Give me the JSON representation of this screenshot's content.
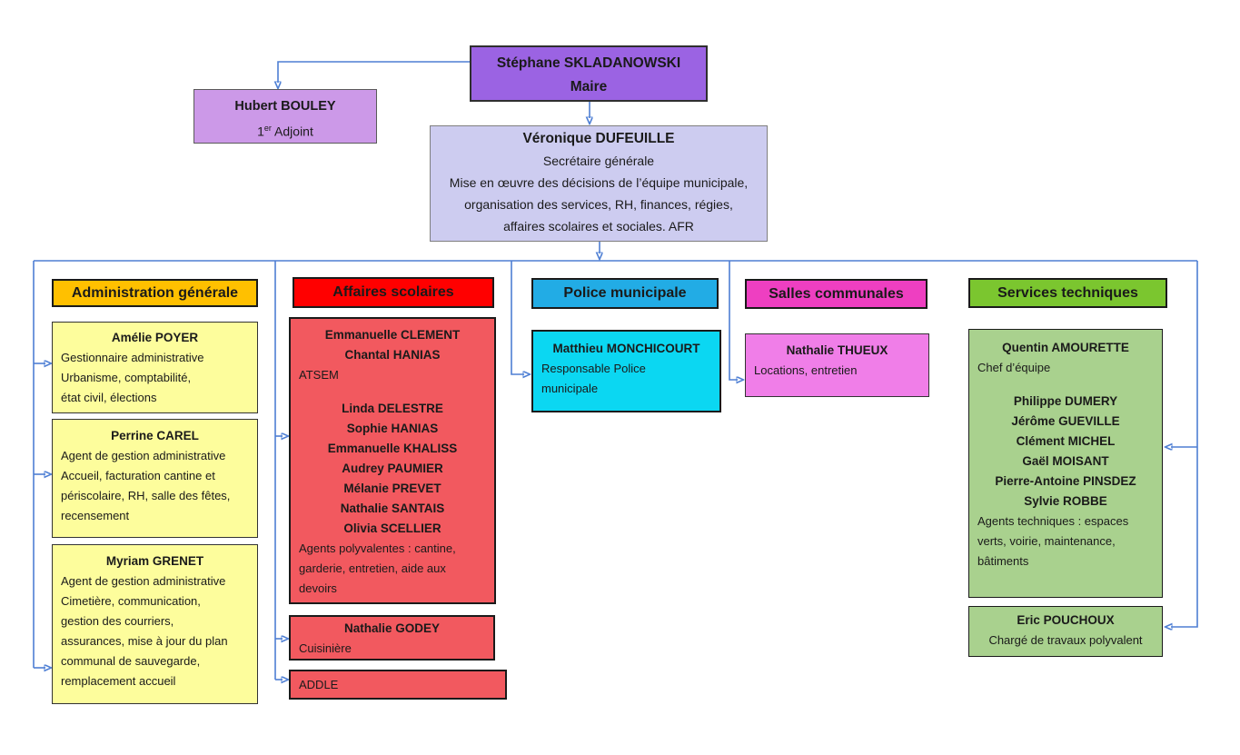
{
  "colors": {
    "maire_fill": "#9B63E3",
    "adjoint_fill": "#CC99E8",
    "secretaire_fill": "#CDCCF0",
    "admin_header": "#FFC000",
    "admin_fill": "#FDFD9C",
    "scolaire_header": "#FF0000",
    "scolaire_fill": "#F2595F",
    "police_header": "#22ACE5",
    "police_fill": "#0BD7F2",
    "salles_header": "#EE3FC1",
    "salles_fill": "#F07EE8",
    "technique_header": "#7BC62F",
    "technique_fill": "#A9D18E",
    "connector": "#4E7FD4"
  },
  "org": {
    "maire": {
      "lines": [
        {
          "t": "Stéphane SKLADANOWSKI",
          "b": true
        },
        {
          "t": "Maire",
          "b": true
        }
      ]
    },
    "adjoint": {
      "lines": [
        {
          "t": "Hubert BOULEY",
          "b": true
        },
        {
          "parts": [
            {
              "t": "1"
            },
            {
              "t": "er",
              "sup": true
            },
            {
              "t": " Adjoint"
            }
          ]
        }
      ]
    },
    "secretaire": {
      "lines": [
        {
          "t": "Véronique DUFEUILLE",
          "b": true
        },
        {
          "t": "Secrétaire générale"
        },
        {
          "t": "Mise en œuvre des décisions de l’équipe municipale,"
        },
        {
          "t": "organisation des services, RH, finances, régies,"
        },
        {
          "t": "affaires scolaires et sociales. AFR"
        }
      ]
    },
    "columns": [
      {
        "header": "Administration générale",
        "boxes": [
          {
            "lines": [
              {
                "t": "Amélie POYER",
                "b": true
              },
              {
                "t": "Gestionnaire administrative",
                "left": true
              },
              {
                "t": "Urbanisme, comptabilité,",
                "left": true
              },
              {
                "t": "état civil, élections",
                "left": true
              }
            ]
          },
          {
            "lines": [
              {
                "t": "Perrine CAREL",
                "b": true
              },
              {
                "t": "Agent de gestion administrative",
                "left": true
              },
              {
                "t": "Accueil, facturation cantine et",
                "left": true
              },
              {
                "t": "périscolaire, RH, salle des fêtes,",
                "left": true
              },
              {
                "t": "recensement",
                "left": true
              }
            ]
          },
          {
            "lines": [
              {
                "t": "Myriam GRENET",
                "b": true
              },
              {
                "t": "Agent de gestion administrative",
                "left": true
              },
              {
                "t": "Cimetière, communication,",
                "left": true
              },
              {
                "t": "gestion des courriers,",
                "left": true
              },
              {
                "t": "assurances, mise à jour du plan",
                "left": true
              },
              {
                "t": "communal de sauvegarde,",
                "left": true
              },
              {
                "t": "remplacement accueil",
                "left": true
              }
            ]
          }
        ]
      },
      {
        "header": "Affaires scolaires",
        "boxes": [
          {
            "lines": [
              {
                "t": "Emmanuelle CLEMENT",
                "b": true
              },
              {
                "t": "Chantal HANIAS",
                "b": true
              },
              {
                "t": "ATSEM",
                "left": true
              },
              {
                "blank": true
              },
              {
                "t": "Linda DELESTRE",
                "b": true
              },
              {
                "t": "Sophie HANIAS",
                "b": true
              },
              {
                "t": "Emmanuelle KHALISS",
                "b": true
              },
              {
                "t": "Audrey PAUMIER",
                "b": true
              },
              {
                "t": "Mélanie PREVET",
                "b": true
              },
              {
                "t": "Nathalie SANTAIS",
                "b": true
              },
              {
                "t": "Olivia SCELLIER",
                "b": true
              },
              {
                "t": "Agents polyvalentes : cantine,",
                "left": true
              },
              {
                "t": "garderie, entretien, aide aux",
                "left": true
              },
              {
                "t": "devoirs",
                "left": true
              }
            ]
          },
          {
            "lines": [
              {
                "t": "Nathalie GODEY",
                "b": true
              },
              {
                "t": "Cuisinière",
                "left": true
              }
            ]
          },
          {
            "lines": [
              {
                "t": "ADDLE",
                "left": true
              }
            ]
          }
        ]
      },
      {
        "header": "Police municipale",
        "boxes": [
          {
            "lines": [
              {
                "t": "Matthieu MONCHICOURT",
                "b": true
              },
              {
                "t": "Responsable Police",
                "left": true
              },
              {
                "t": "municipale",
                "left": true
              }
            ]
          }
        ]
      },
      {
        "header": "Salles communales",
        "boxes": [
          {
            "lines": [
              {
                "t": "Nathalie THUEUX",
                "b": true
              },
              {
                "t": "Locations, entretien",
                "left": true
              }
            ]
          }
        ]
      },
      {
        "header": "Services techniques",
        "boxes": [
          {
            "lines": [
              {
                "t": "Quentin AMOURETTE",
                "b": true
              },
              {
                "t": "Chef d’équipe",
                "left": true
              },
              {
                "blank": true
              },
              {
                "t": "Philippe DUMERY",
                "b": true
              },
              {
                "t": "Jérôme GUEVILLE",
                "b": true
              },
              {
                "t": "Clément MICHEL",
                "b": true
              },
              {
                "t": "Gaël MOISANT",
                "b": true
              },
              {
                "t": "Pierre-Antoine PINSDEZ",
                "b": true
              },
              {
                "t": "Sylvie ROBBE",
                "b": true
              },
              {
                "t": "Agents techniques : espaces",
                "left": true
              },
              {
                "t": "verts, voirie, maintenance,",
                "left": true
              },
              {
                "t": "bâtiments",
                "left": true
              }
            ]
          },
          {
            "lines": [
              {
                "t": "Eric POUCHOUX",
                "b": true
              },
              {
                "t": "Chargé de travaux polyvalent"
              }
            ]
          }
        ]
      }
    ]
  }
}
